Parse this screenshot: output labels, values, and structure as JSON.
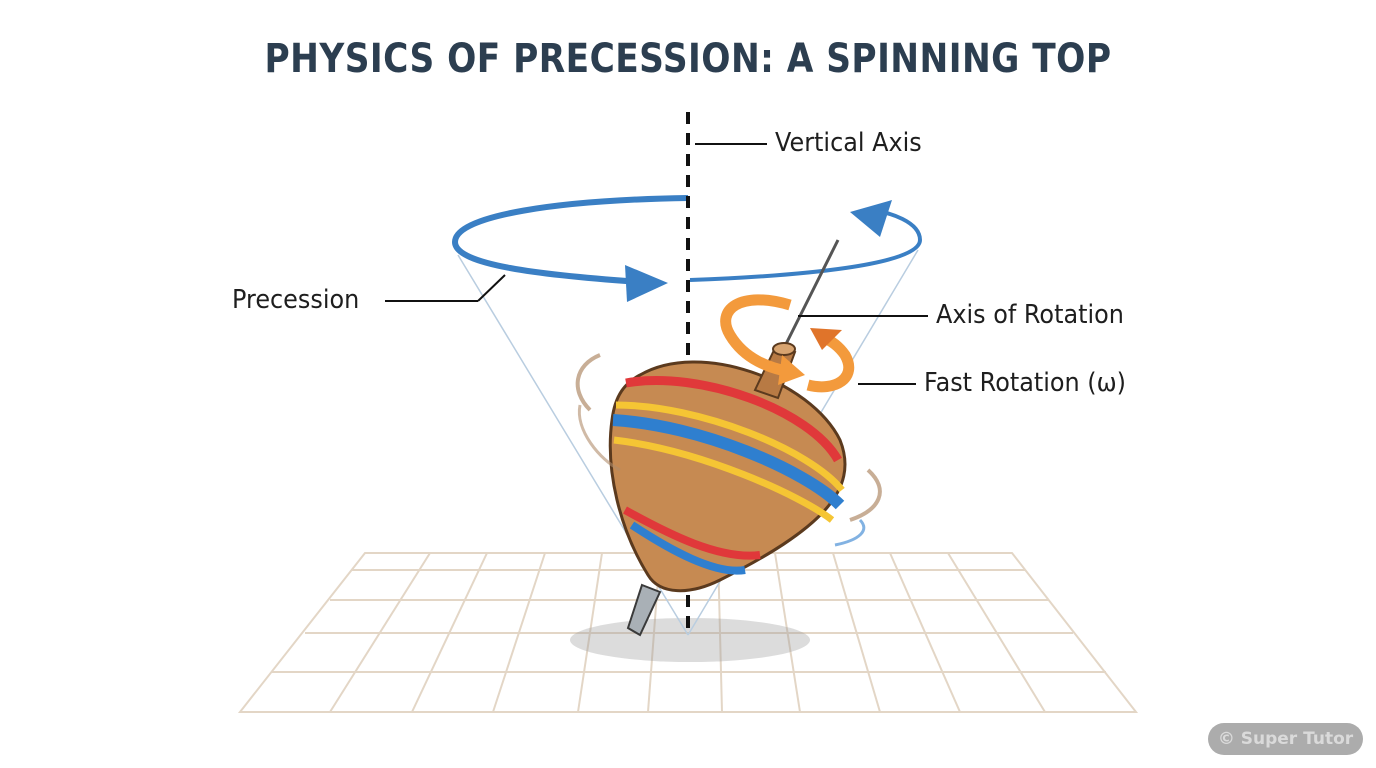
{
  "title": "PHYSICS OF PRECESSION: A SPINNING TOP",
  "labels": {
    "vertical_axis": "Vertical Axis",
    "precession": "Precession",
    "axis_of_rotation": "Axis of Rotation",
    "fast_rotation": "Fast Rotation (ω)"
  },
  "watermark": "© Super Tutor",
  "colors": {
    "title": "#2c3e50",
    "precession_arrow": "#3a7fc4",
    "rotation_arrow": "#f39a3c",
    "top_wood": "#c68a52",
    "stripe_red": "#e0383a",
    "stripe_blue": "#2f7fcf",
    "stripe_yellow": "#f5c534",
    "grid": "#e3d6c6"
  }
}
